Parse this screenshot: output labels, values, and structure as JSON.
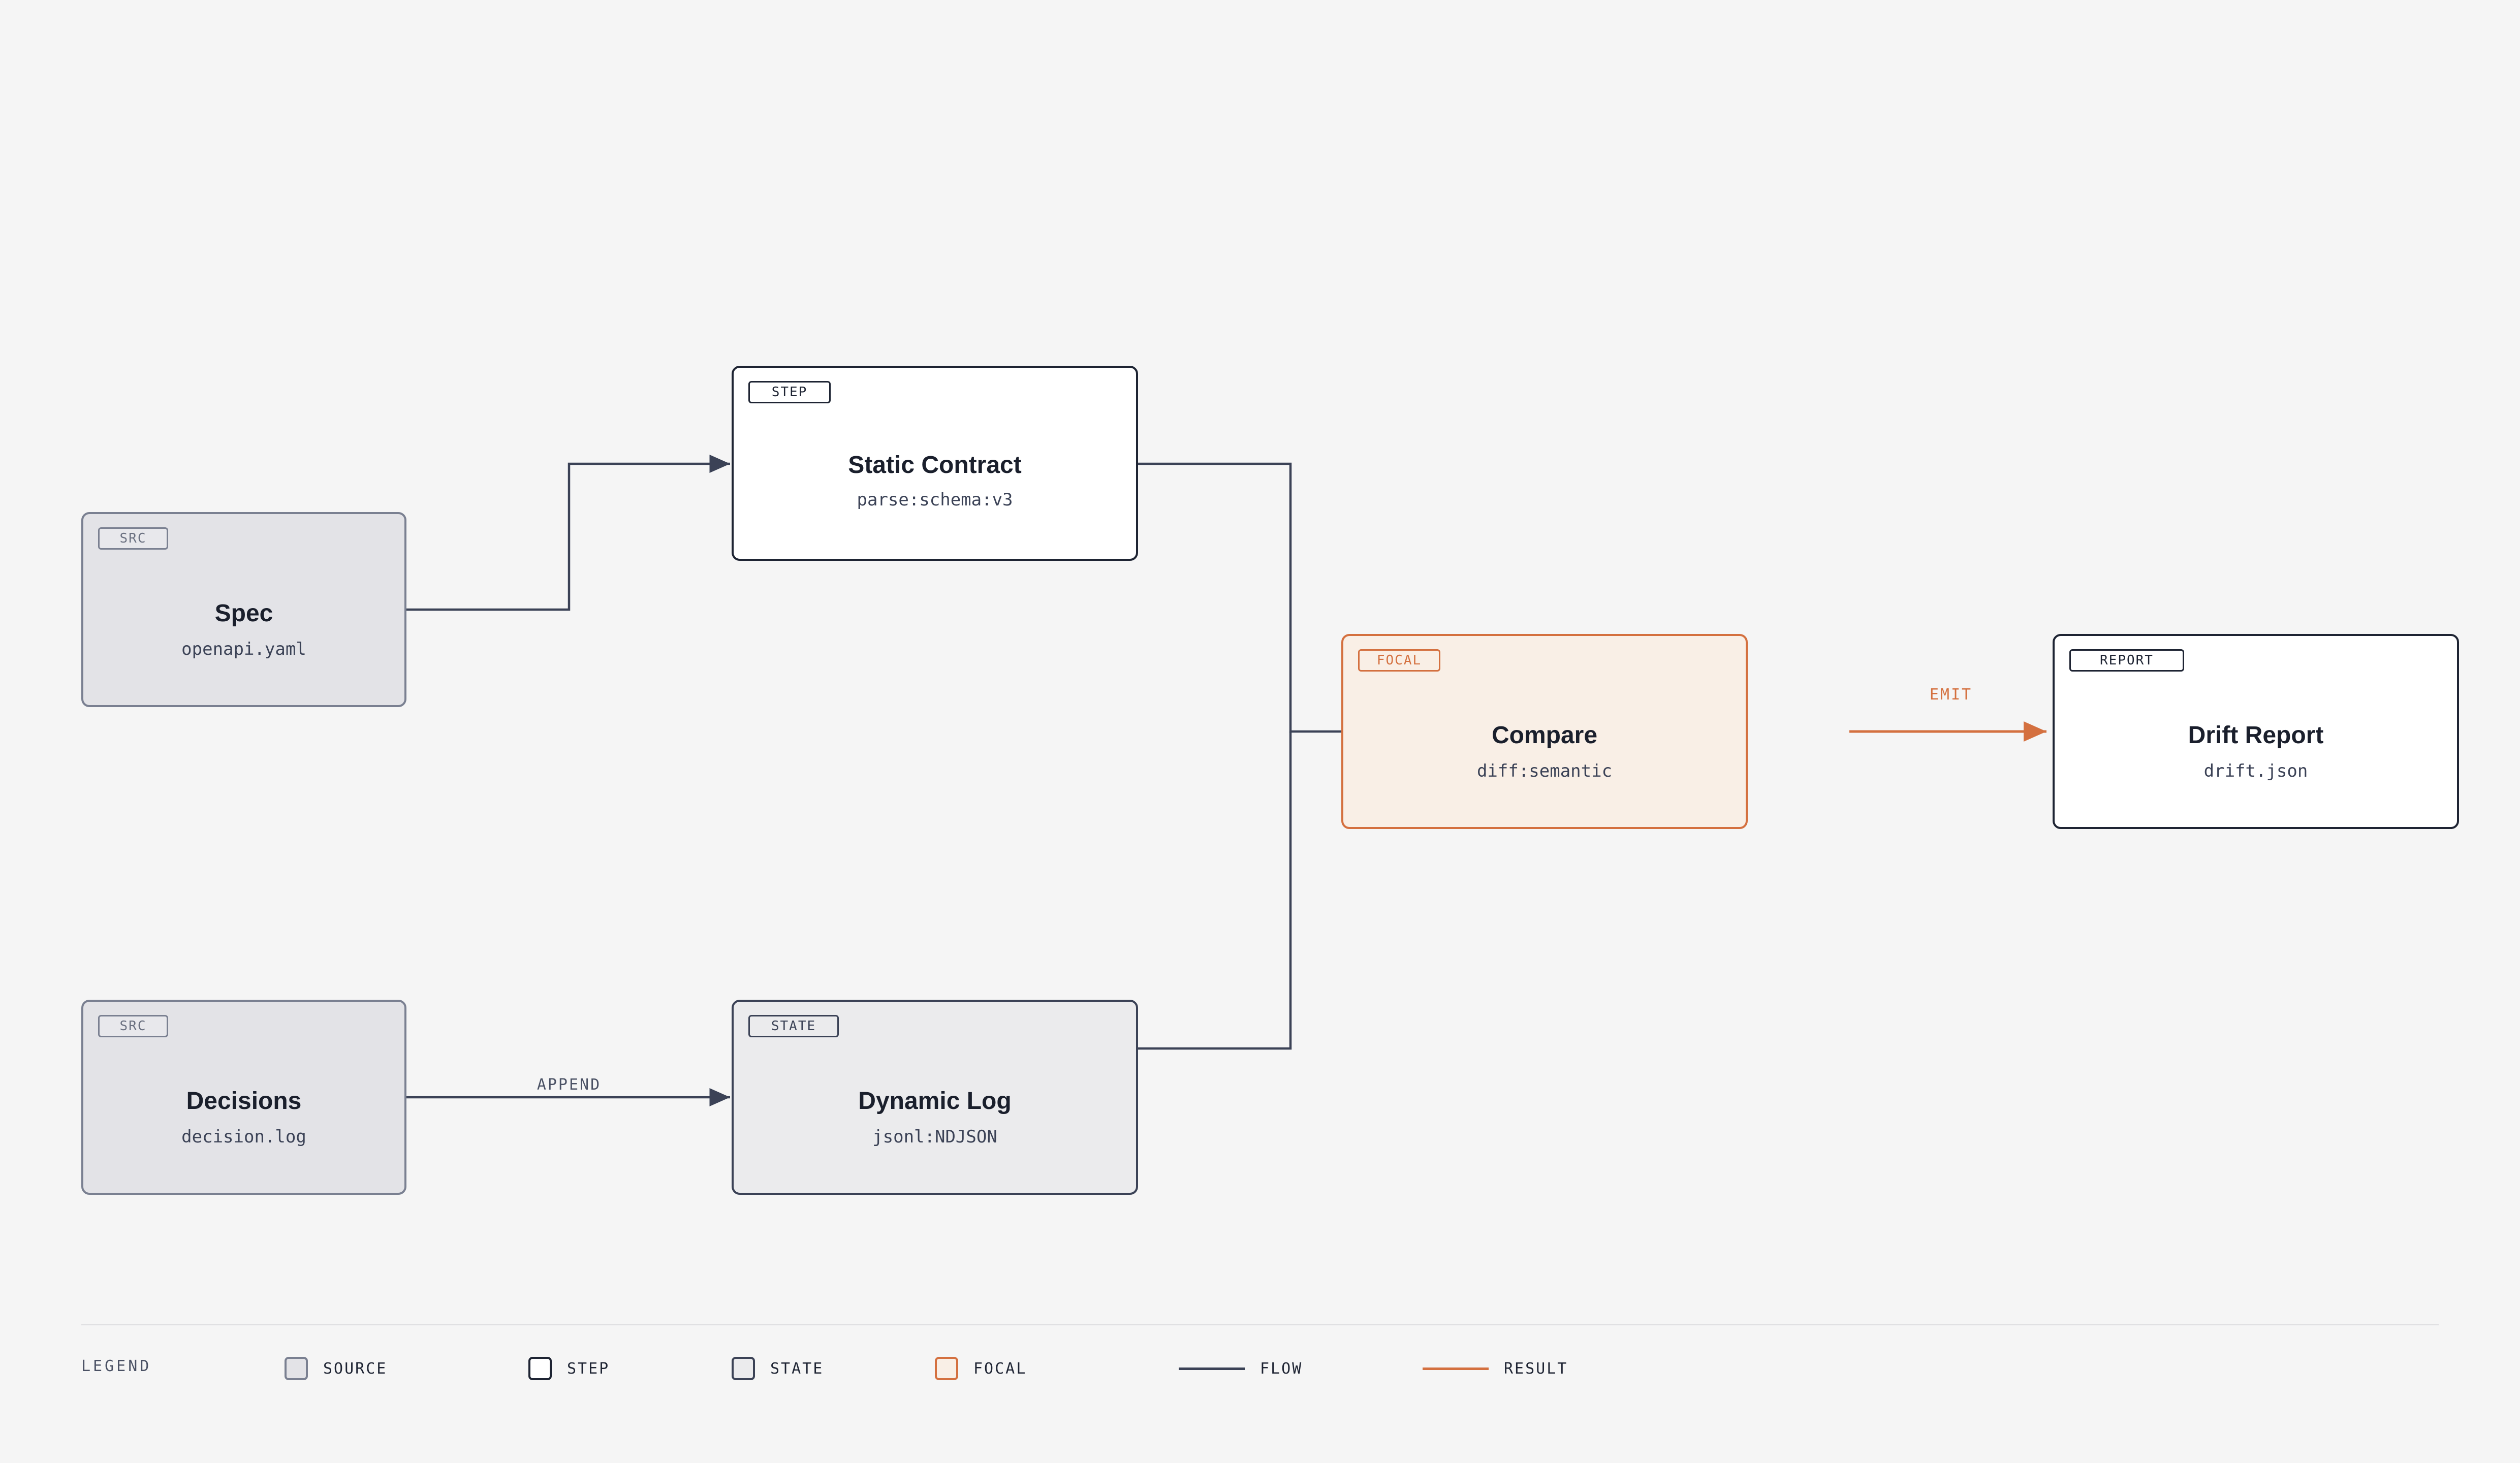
{
  "nodes": {
    "spec": {
      "tag": "SRC",
      "title": "Spec",
      "sub": "openapi.yaml"
    },
    "decisions": {
      "tag": "SRC",
      "title": "Decisions",
      "sub": "decision.log"
    },
    "static": {
      "tag": "STEP",
      "title": "Static Contract",
      "sub": "parse:schema:v3"
    },
    "dynamic": {
      "tag": "STATE",
      "title": "Dynamic Log",
      "sub": "jsonl:NDJSON"
    },
    "compare": {
      "tag": "FOCAL",
      "title": "Compare",
      "sub": "diff:semantic"
    },
    "report": {
      "tag": "REPORT",
      "title": "Drift Report",
      "sub": "drift.json"
    }
  },
  "edges": {
    "append_label": "APPEND",
    "emit_label": "EMIT"
  },
  "legend": {
    "title": "LEGEND",
    "items": {
      "source": "SOURCE",
      "step": "STEP",
      "state": "STATE",
      "focal": "FOCAL",
      "flow": "FLOW",
      "result": "RESULT"
    }
  },
  "colors": {
    "flow": "#3b4256",
    "result": "#d4703f",
    "background": "#f5f5f5"
  }
}
